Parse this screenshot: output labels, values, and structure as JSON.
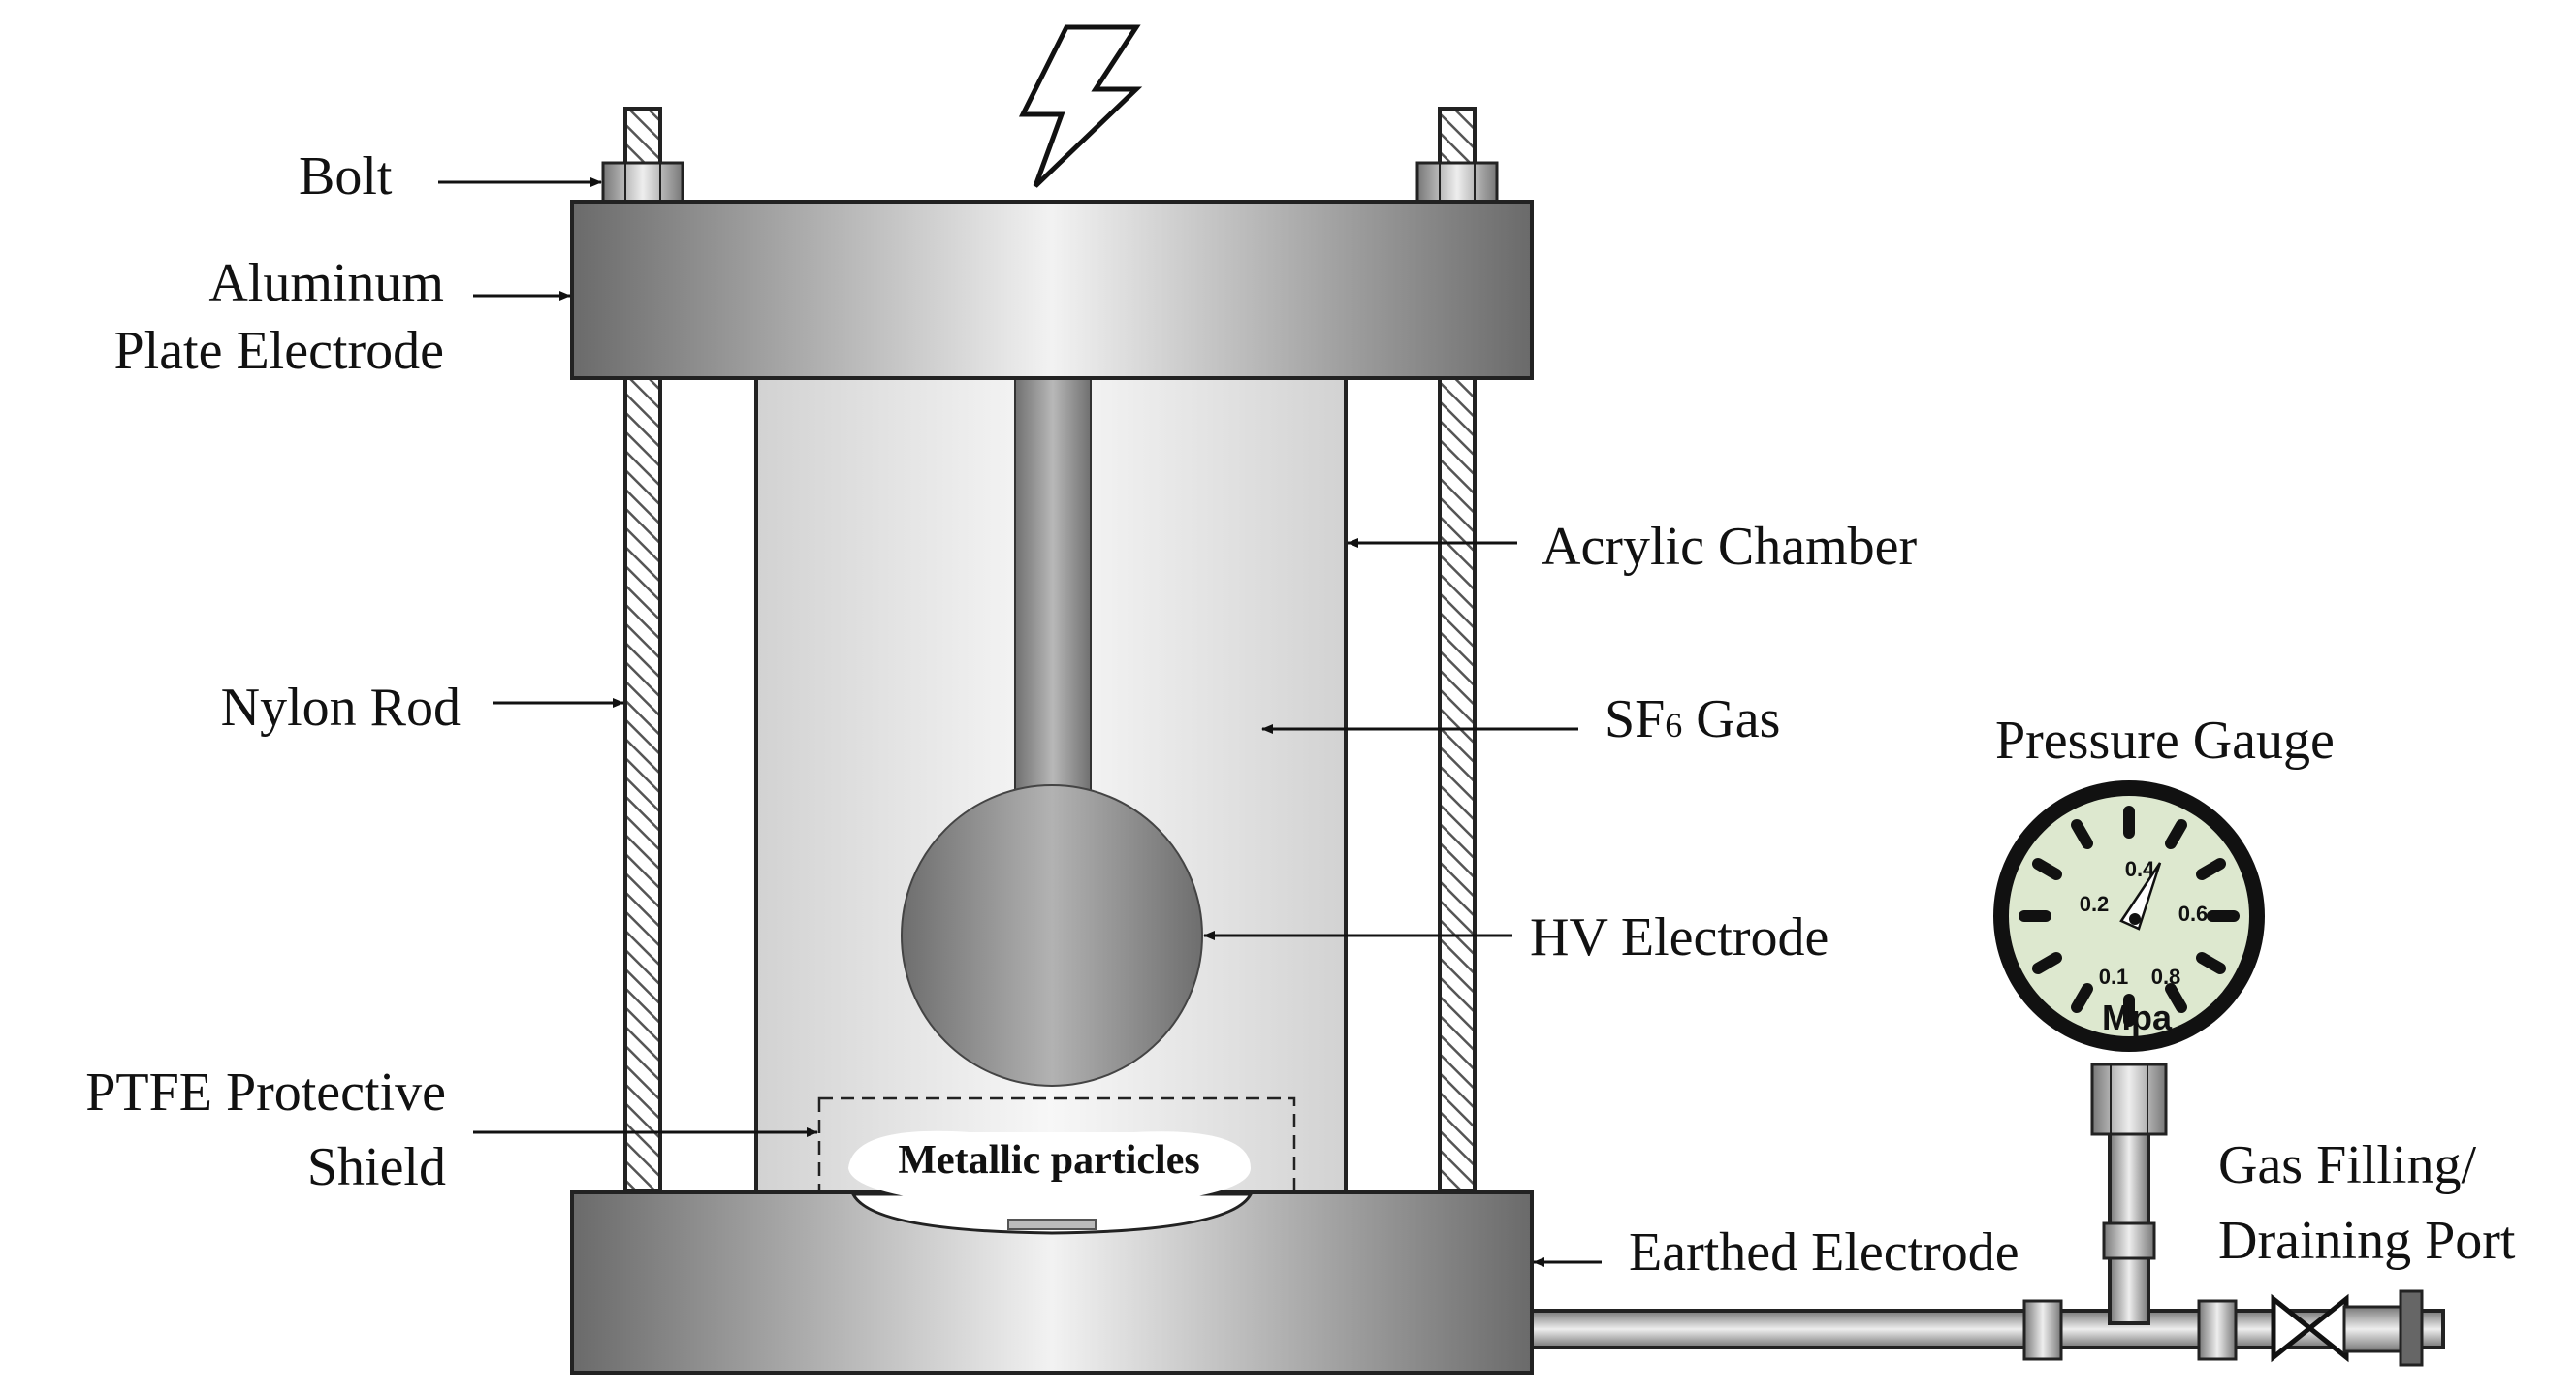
{
  "labels": {
    "bolt": "Bolt",
    "aluminum_line1": "Aluminum",
    "aluminum_line2": "Plate Electrode",
    "nylon_rod": "Nylon Rod",
    "ptfe_line1": "PTFE Protective",
    "ptfe_line2": "Shield",
    "acrylic_chamber": "Acrylic Chamber",
    "sf6_gas_prefix": "SF",
    "sf6_gas_sub": "6",
    "sf6_gas_suffix": " Gas",
    "hv_electrode": "HV Electrode",
    "metallic_particles": "Metallic particles",
    "earthed_electrode": "Earthed Electrode",
    "pressure_gauge": "Pressure Gauge",
    "gas_port_line1": "Gas Filling/",
    "gas_port_line2": "Draining Port"
  },
  "gauge": {
    "ticks": [
      "0.1",
      "0.2",
      "0.4",
      "0.6",
      "0.8"
    ],
    "unit": "Mpa",
    "face_color": "#dde8cf"
  },
  "icons": {
    "high_voltage": "lightning-bolt-icon",
    "valve": "valve-icon"
  }
}
